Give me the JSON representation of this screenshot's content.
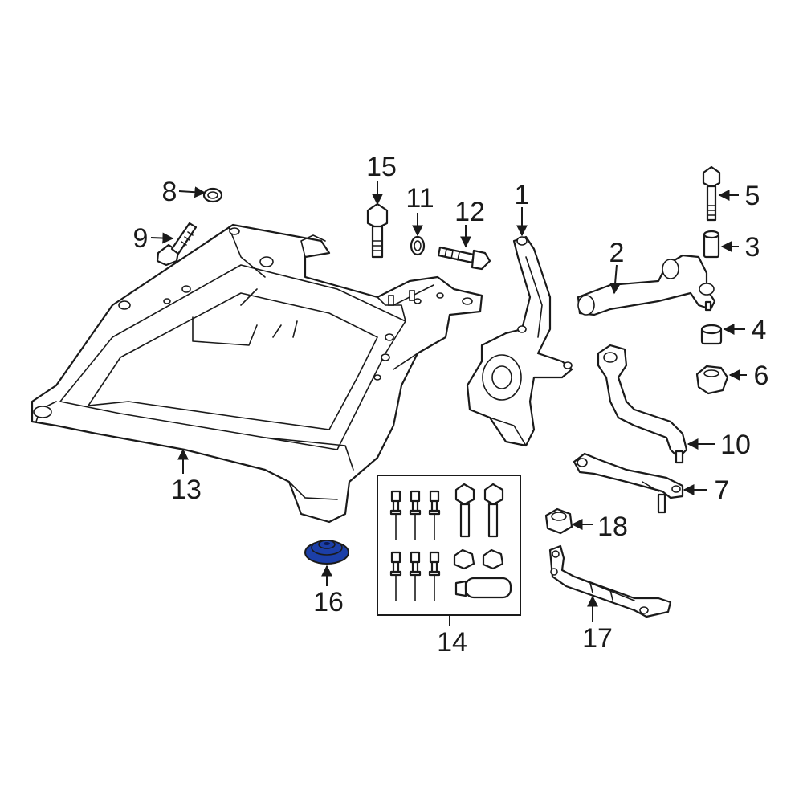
{
  "diagram": {
    "highlight_color": "#1c3fa8",
    "highlighted_part": "16",
    "callouts": [
      {
        "id": "1",
        "label": "1"
      },
      {
        "id": "2",
        "label": "2"
      },
      {
        "id": "3",
        "label": "3"
      },
      {
        "id": "4",
        "label": "4"
      },
      {
        "id": "5",
        "label": "5"
      },
      {
        "id": "6",
        "label": "6"
      },
      {
        "id": "7",
        "label": "7"
      },
      {
        "id": "8",
        "label": "8"
      },
      {
        "id": "9",
        "label": "9"
      },
      {
        "id": "10",
        "label": "10"
      },
      {
        "id": "11",
        "label": "11"
      },
      {
        "id": "12",
        "label": "12"
      },
      {
        "id": "13",
        "label": "13"
      },
      {
        "id": "14",
        "label": "14"
      },
      {
        "id": "15",
        "label": "15"
      },
      {
        "id": "16",
        "label": "16"
      },
      {
        "id": "17",
        "label": "17"
      },
      {
        "id": "18",
        "label": "18"
      }
    ]
  }
}
